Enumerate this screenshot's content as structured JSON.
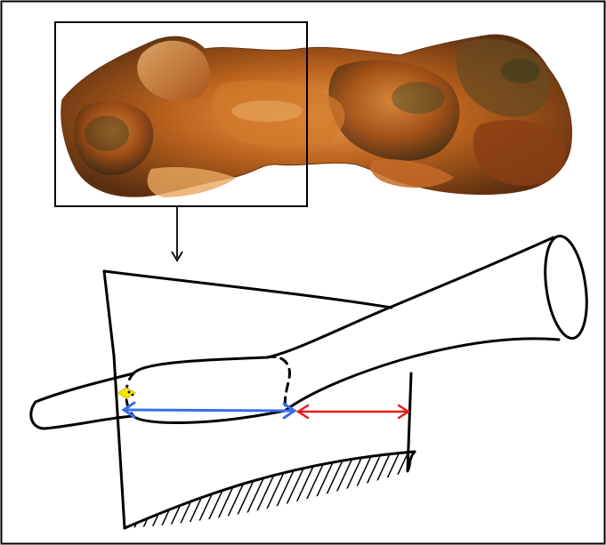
{
  "figure": {
    "border_color": "#000000",
    "background_color": "#ffffff"
  },
  "specimen_photo": {
    "tissue_colors": [
      "#7a3a12",
      "#b3581a",
      "#d98a3a",
      "#5a3a1a",
      "#3e4a2a",
      "#e8b070"
    ],
    "inset_box_color": "#000000"
  },
  "schematic": {
    "line_color": "#000000",
    "arrows": [
      {
        "id": "yellow-arrow",
        "color": "#f2e600"
      },
      {
        "id": "blue-arrow",
        "color": "#3a6ee8"
      },
      {
        "id": "red-arrow",
        "color": "#e81a1a"
      }
    ],
    "hatch_color": "#000000"
  }
}
